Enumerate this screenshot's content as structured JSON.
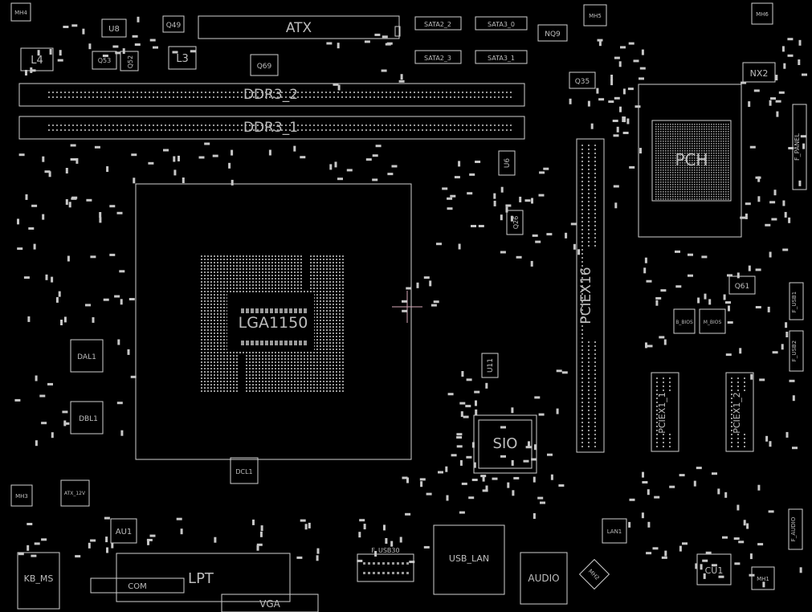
{
  "colors": {
    "background": "#000000",
    "outline": "#cfcfcf",
    "text": "#bdbdbd",
    "cursor": "#d9a7b8"
  },
  "labels": {
    "mh4": "MH4",
    "u8": "U8",
    "q49": "Q49",
    "atx": "ATX",
    "sata2_2": "SATA2_2",
    "sata3_0": "SATA3_0",
    "nq9": "NQ9",
    "mh5": "MH5",
    "mh6": "MH6",
    "l4": "L4",
    "q53": "Q53",
    "q52": "Q52",
    "l3": "L3",
    "q69": "Q69",
    "sata2_3": "SATA2_3",
    "sata3_1": "SATA3_1",
    "nx2": "NX2",
    "ddr3_2": "DDR3_2",
    "q35": "Q35",
    "ddr3_1": "DDR3_1",
    "pch": "PCH",
    "f_panel": "F_PANEL",
    "u6": "U6",
    "q26": "Q26",
    "cpu_socket": "LGA1150",
    "pciex16": "PCIEX16",
    "q61": "Q61",
    "f_usb1": "F_USB1",
    "b_bios": "B_BIOS",
    "m_bios": "M_BIOS",
    "f_usb2": "F_USB2",
    "dal1": "DAL1",
    "dbl1": "DBL1",
    "u11": "U11",
    "pciex1_1": "PCIEX1_1",
    "pciex1_2": "PCIEX1_2",
    "sio": "SIO",
    "dcl1": "DCL1",
    "atx_12v": "ATX_12V",
    "mh3": "MH3",
    "au1": "AU1",
    "f_usb30": "F_USB30",
    "lan1": "LAN1",
    "f_audio": "F_AUDIO",
    "kb_ms": "KB_MS",
    "com": "COM",
    "lpt": "LPT",
    "usb_lan": "USB_LAN",
    "audio": "AUDIO",
    "mh2": "MH2",
    "cu1": "CU1",
    "mh1": "MH1",
    "vga": "VGA"
  }
}
